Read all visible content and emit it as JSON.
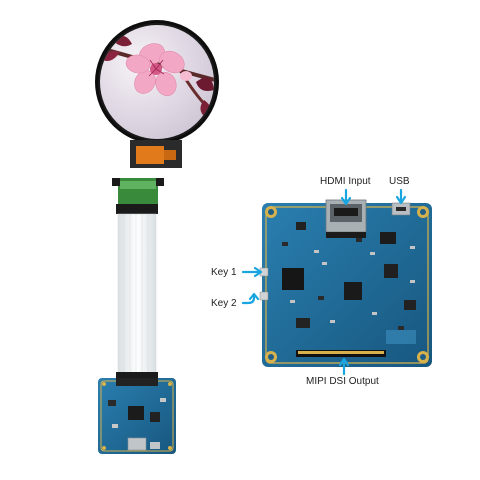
{
  "labels": {
    "hdmi_input": "HDMI Input",
    "usb": "USB",
    "key1": "Key 1",
    "key2": "Key 2",
    "mipi_dsi_output": "MIPI DSI Output"
  },
  "colors": {
    "pcb_blue": "#1f6d9c",
    "pcb_edge": "#d7b24c",
    "arrow_cyan": "#19a6e0",
    "flex_cable": "#eef2f3",
    "display_bezel": "#111111",
    "blossom_pink": "#f2a8c4"
  }
}
